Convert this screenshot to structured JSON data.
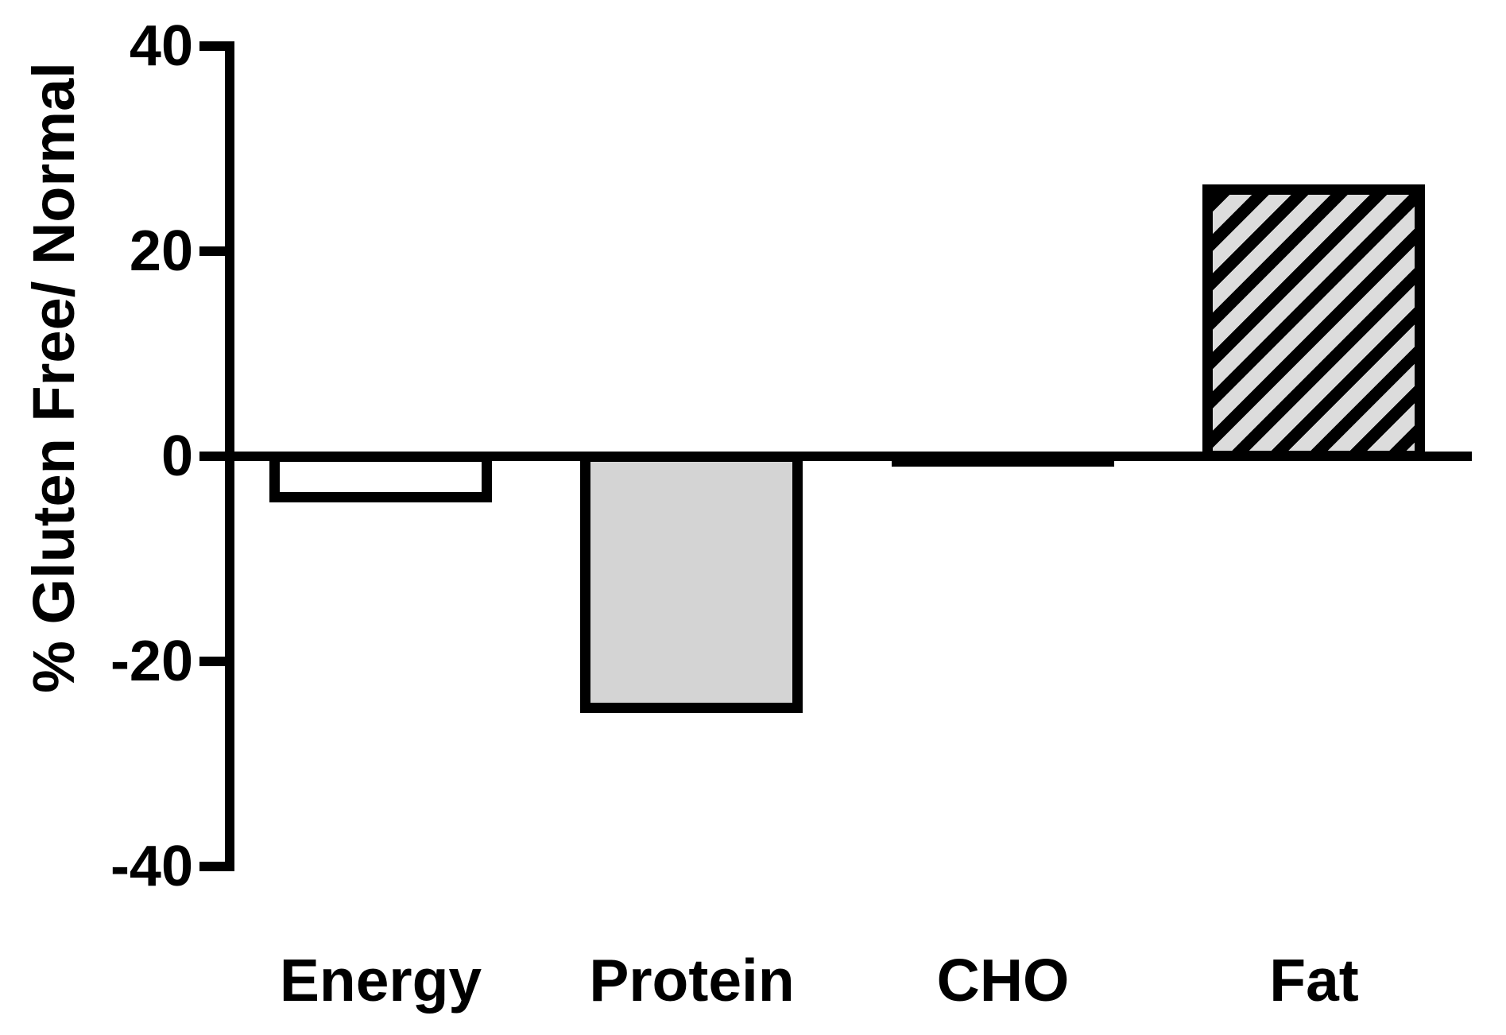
{
  "chart_data": {
    "type": "bar",
    "title": "",
    "xlabel": "",
    "ylabel": "% Gluten Free/ Normal",
    "categories": [
      "Energy",
      "Protein",
      "CHO",
      "Fat"
    ],
    "values": [
      -4.5,
      -25,
      -1,
      26.5
    ],
    "bar_styles": [
      "white",
      "gray",
      "black",
      "hatch"
    ],
    "yticks": [
      40,
      20,
      0,
      -20,
      -40
    ],
    "ylim": [
      -40,
      40
    ],
    "grid": "off",
    "legend": "none",
    "colors": {
      "axis": "#000000",
      "bar_outline": "#000000",
      "bar_white_fill": "#ffffff",
      "bar_gray_fill": "#d4d4d4",
      "hatch_stripe": "#000000",
      "hatch_background": "#dcdcdc"
    }
  }
}
